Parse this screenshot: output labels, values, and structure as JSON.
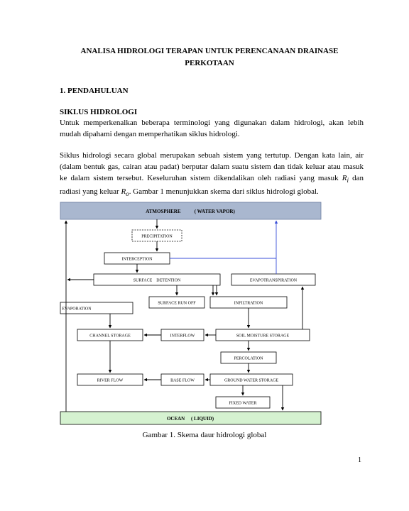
{
  "document": {
    "title": "ANALISA HIDROLOGI TERAPAN UNTUK PERENCANAAN DRAINASE PERKOTAAN",
    "section_heading": "1.  PENDAHULUAN",
    "subsection_heading": "SIKLUS HIDROLOGI",
    "paragraph1": "Untuk memperkenalkan beberapa terminologi yang digunakan dalam hidrologi, akan lebih mudah dipahami dengan memperhatikan siklus hidrologi.",
    "paragraph2_part1": "Siklus hidrologi secara global merupakan  sebuah sistem yang tertutup. Dengan kata lain, air (dalam bentuk gas, cairan atau padat) berputar dalam suatu sistem dan tidak keluar atau masuk ke dalam sistem tersebut. Keseluruhan sistem dikendalikan oleh radiasi yang masuk ",
    "ri": "R",
    "ri_sub": "i",
    "paragraph2_part2": " dan radiasi yang keluar ",
    "ro": "R",
    "ro_sub": "o",
    "paragraph2_part3": ". Gambar 1 menunjukkan skema dari siklus hidrologi global.",
    "caption": "Gambar  1. Skema daur hidrologi global",
    "page_number": "1"
  },
  "diagram": {
    "atmosphere": "ATMOSPHERE           ( WATER VAPOR)",
    "precipitation": "PRECIPITATION",
    "interception": "INTERCEPTION",
    "surface_detention": "SURFACE    DETENTION",
    "evapotranspiration": "EVAPOTRANSPIRATION",
    "evaporation": "EVAPORATION",
    "surface_run_off": "SURFACE RUN OFF",
    "infiltration": "INFILTRATION",
    "channel_storage": "CHANNEL STORAGE",
    "interflow": "INTERFLOW",
    "soil_moisture_storage": "SOIL MOISTURE  STORAGE",
    "percolation": "PERCOLATION",
    "river_flow": "RIVER FLOW",
    "base_flow": "BASE FLOW",
    "ground_water_storage": "GROUND WATER  STORAGE",
    "fixed_water": "FIXED WATER",
    "ocean": "OCEAN     ( LIQUID)",
    "colors": {
      "atmosphere_fill": "#a9b7cf",
      "ocean_fill": "#d5f2d0",
      "accent_arrow": "#3a4fd8"
    }
  }
}
